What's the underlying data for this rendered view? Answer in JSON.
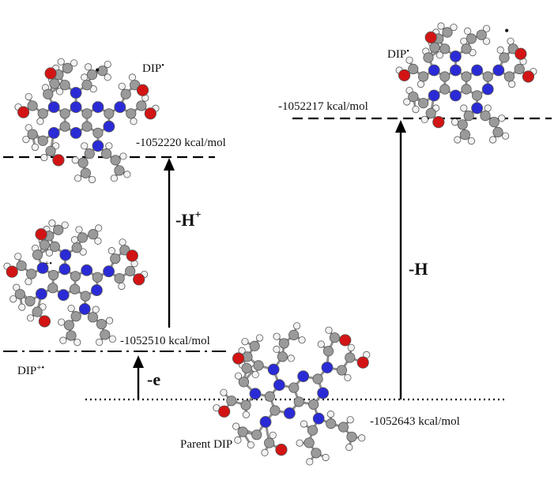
{
  "colors": {
    "carbon": "#9a9a9a",
    "nitrogen": "#2b2bd6",
    "oxygen": "#d21414",
    "hydrogen": "#f2f2f2",
    "line": "#000000"
  },
  "levels": {
    "parent": {
      "energy": "-1052643 kcal/mol",
      "name": "Parent DIP"
    },
    "cation": {
      "energy": "-1052510 kcal/mol",
      "name": "DIP",
      "superscript": "+•"
    },
    "radical_left": {
      "energy": "-1052220 kcal/mol",
      "name": "DIP",
      "superscript": "•"
    },
    "radical_right": {
      "energy": "-1052217 kcal/mol",
      "name": "DIP",
      "superscript": "•"
    }
  },
  "steps": {
    "electron_loss": "-e",
    "proton_loss": "-H",
    "proton_loss_superscript": "+",
    "hydrogen_loss": "-H"
  },
  "markers": {
    "cation_marker": "+•",
    "radical_dot": "•"
  }
}
